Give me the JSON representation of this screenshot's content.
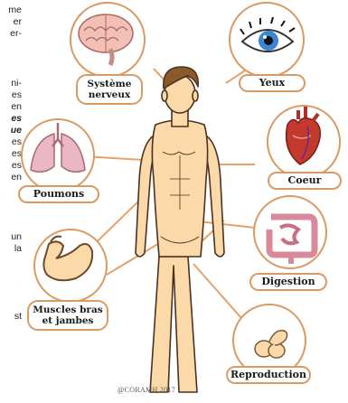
{
  "left_text": {
    "block1": [
      "me",
      "er",
      "er-"
    ],
    "block2": [
      "ni-",
      "es",
      "en"
    ],
    "block2_bold": [
      "es",
      "ue"
    ],
    "block3": [
      "es",
      "es",
      "es",
      "en"
    ],
    "block4": [
      "un",
      "la"
    ],
    "block5": [
      "st"
    ]
  },
  "labels": {
    "nervous": "Système nerveux",
    "eyes": "Yeux",
    "heart": "Coeur",
    "lungs": "Poumons",
    "digestion": "Digestion",
    "muscles": "Muscles bras et jambes",
    "reproduction": "Reproduction"
  },
  "copyright": "@CORAMH 2017",
  "colors": {
    "ring": "#d99a63",
    "skin": "#fbd9a8",
    "hair": "#8a5a2b",
    "pointer": "#e8a06a"
  }
}
